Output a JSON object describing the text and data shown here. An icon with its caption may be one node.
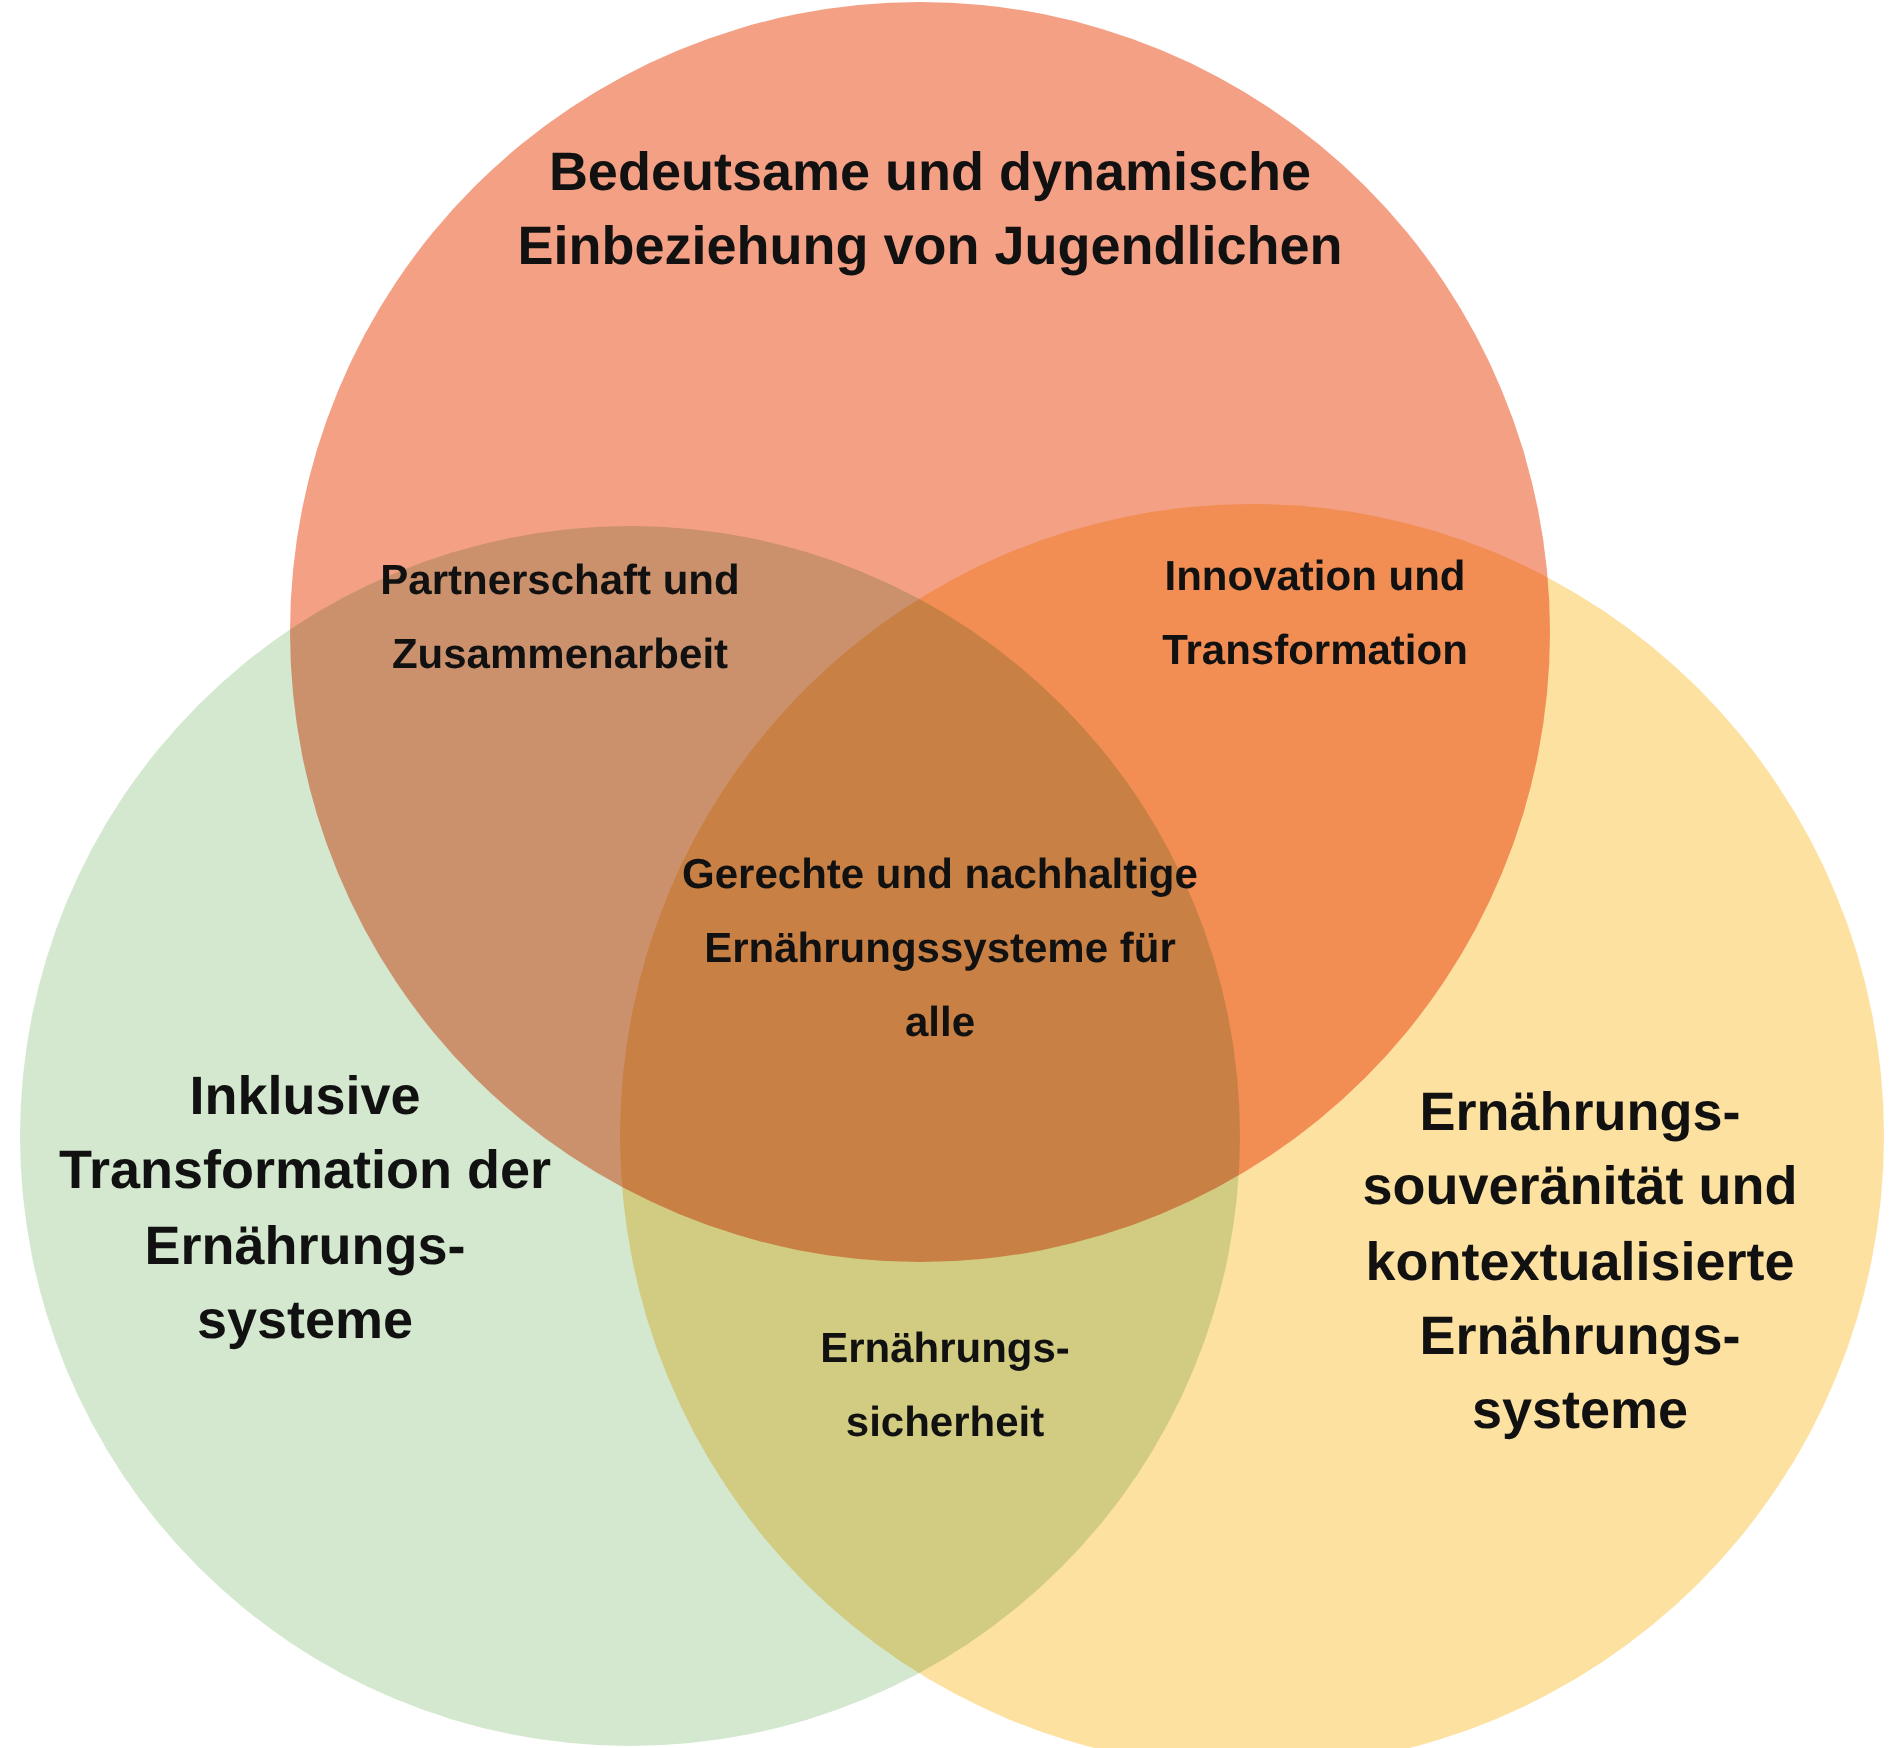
{
  "diagram": {
    "nodes": [
      {
        "text": [
          "Bedeutsame und dynamische Einbeziehung von Jugendlichen"
        ]
      },
      {
        "text": [
          "Inklusive Transformation der Ernährungs- systeme"
        ]
      },
      {
        "text": [
          "Ernährungs- souveränität und kontextualisierte Ernährungs- systeme"
        ]
      }
    ],
    "labels": [
      "Partnerschaft und Zusammenarbeit",
      "Innovation und Transformation",
      "Gerechte und nachhaltige Ernährungssysteme für alle",
      "Ernährungs- sicherheit"
    ]
  }
}
